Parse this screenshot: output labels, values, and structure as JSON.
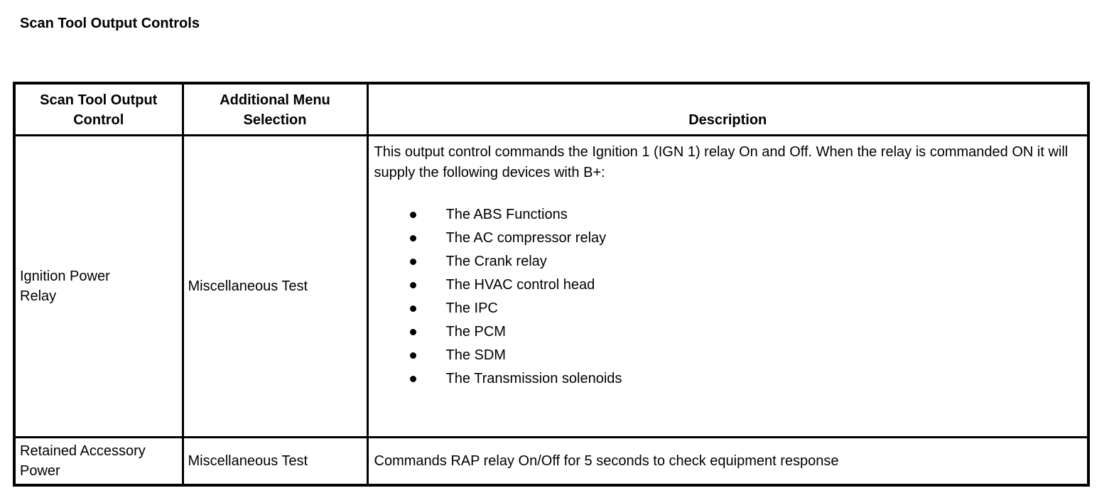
{
  "page": {
    "title": "Scan Tool Output Controls"
  },
  "colors": {
    "text": "#000000",
    "border": "#000000",
    "background": "#ffffff"
  },
  "table": {
    "headers": [
      "Scan Tool Output\nControl",
      "Additional Menu\nSelection",
      "Description"
    ],
    "rows": [
      {
        "control": "Ignition Power\nRelay",
        "menu": "Miscellaneous Test",
        "description_intro": "This output control commands the Ignition 1 (IGN 1) relay On and Off. When the relay is commanded ON it will supply the following devices with B+:",
        "bullets": [
          "The ABS Functions",
          "The AC compressor relay",
          "The Crank relay",
          "The HVAC control head",
          "The IPC",
          "The PCM",
          "The SDM",
          "The Transmission solenoids"
        ]
      },
      {
        "control": "Retained Accessory\nPower",
        "menu": "Miscellaneous Test",
        "description": "Commands RAP relay On/Off for 5 seconds to check equipment response"
      }
    ]
  }
}
